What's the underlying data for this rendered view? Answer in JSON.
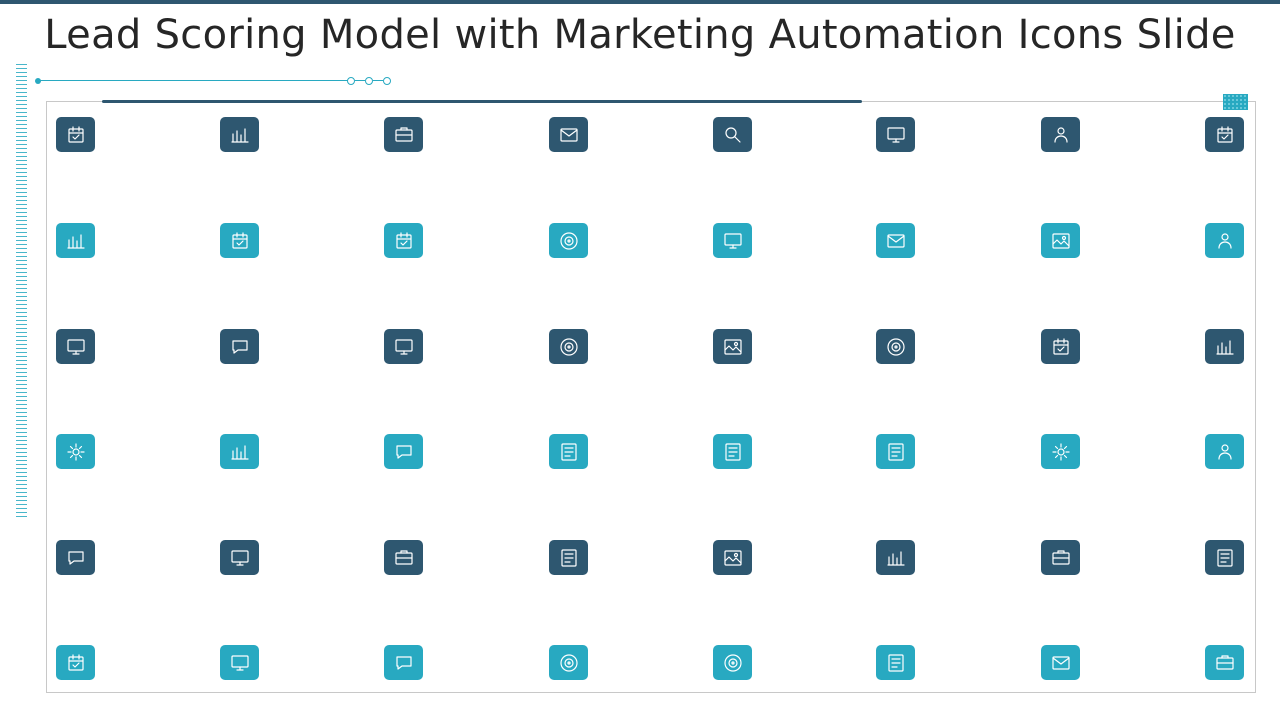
{
  "slide": {
    "title": "Lead Scoring Model with Marketing Automation Icons Slide"
  },
  "colors": {
    "dark": "#2e5770",
    "teal": "#28a9c1",
    "title": "#262626",
    "frame": "#c8c8c8"
  },
  "icon_rows": [
    {
      "style": "dark",
      "icons": [
        "idea-team-icon",
        "network-hub-icon",
        "team-hierarchy-icon",
        "target-icon",
        "checklist-card-icon",
        "magnify-gears-icon",
        "user-star-icon",
        "presentation-board-icon"
      ]
    },
    {
      "style": "teal",
      "icons": [
        "team-cycle-icon",
        "buildings-icon",
        "chat-edit-icon",
        "gear-dashboard-icon",
        "hands-growth-icon",
        "chip-processor-icon",
        "megaphone-mail-icon",
        "document-edit-icon"
      ]
    },
    {
      "style": "dark",
      "icons": [
        "report-document-icon",
        "briefcase-icon",
        "dollar-hand-icon",
        "monitor-graduate-icon",
        "bar-chart-icon",
        "gear-dashboard-icon",
        "image-icon",
        "dollar-tools-icon"
      ]
    },
    {
      "style": "teal",
      "icons": [
        "person-document-icon",
        "id-card-icon",
        "checklist-pen-icon",
        "browser-window-icon",
        "settings-gear-icon",
        "book-icon",
        "document-pen-icon",
        "search-document-icon"
      ]
    },
    {
      "style": "dark",
      "icons": [
        "mail-envelope-icon",
        "dollar-gear-icon",
        "calendar-check-icon",
        "person-avatar-icon",
        "open-book-icon",
        "list-document-icon",
        "newsletter-pen-icon",
        "computer-touch-icon"
      ]
    },
    {
      "style": "teal",
      "icons": [
        "video-player-icon",
        "calculator-person-icon",
        "chat-bubbles-icon",
        "person-presentation-icon",
        "hand-download-icon",
        "note-edit-icon",
        "hand-receive-icon",
        "calendar-edit-icon"
      ]
    }
  ]
}
